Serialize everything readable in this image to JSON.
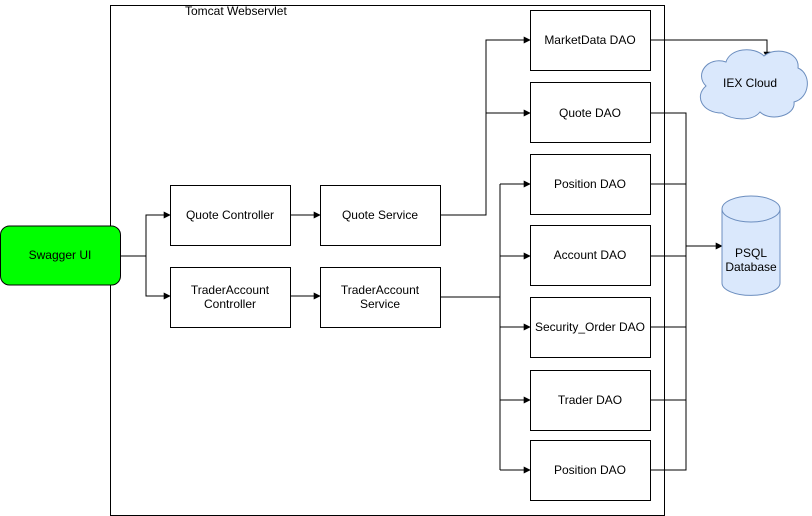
{
  "container": {
    "label": "Tomcat Webservlet"
  },
  "client": {
    "label": "Swagger UI",
    "color": "#00FF00"
  },
  "controllers": [
    {
      "lines": [
        "Quote Controller"
      ]
    },
    {
      "lines": [
        "TraderAccount",
        "Controller"
      ]
    }
  ],
  "services": [
    {
      "lines": [
        "Quote Service"
      ]
    },
    {
      "lines": [
        "TraderAccount",
        "Service"
      ]
    }
  ],
  "daos": [
    {
      "label": "MarketData DAO"
    },
    {
      "label": "Quote DAO"
    },
    {
      "label": "Position DAO"
    },
    {
      "label": "Account DAO"
    },
    {
      "label": "Security_Order DAO"
    },
    {
      "label": "Trader DAO"
    },
    {
      "label": "Position DAO"
    }
  ],
  "external": {
    "cloud": {
      "label": "IEX Cloud",
      "color": "#DAE8FC",
      "stroke": "#6C8EBF"
    },
    "database": {
      "lines": [
        "PSQL",
        "Database"
      ],
      "color": "#DAE8FC",
      "stroke": "#6C8EBF"
    }
  }
}
